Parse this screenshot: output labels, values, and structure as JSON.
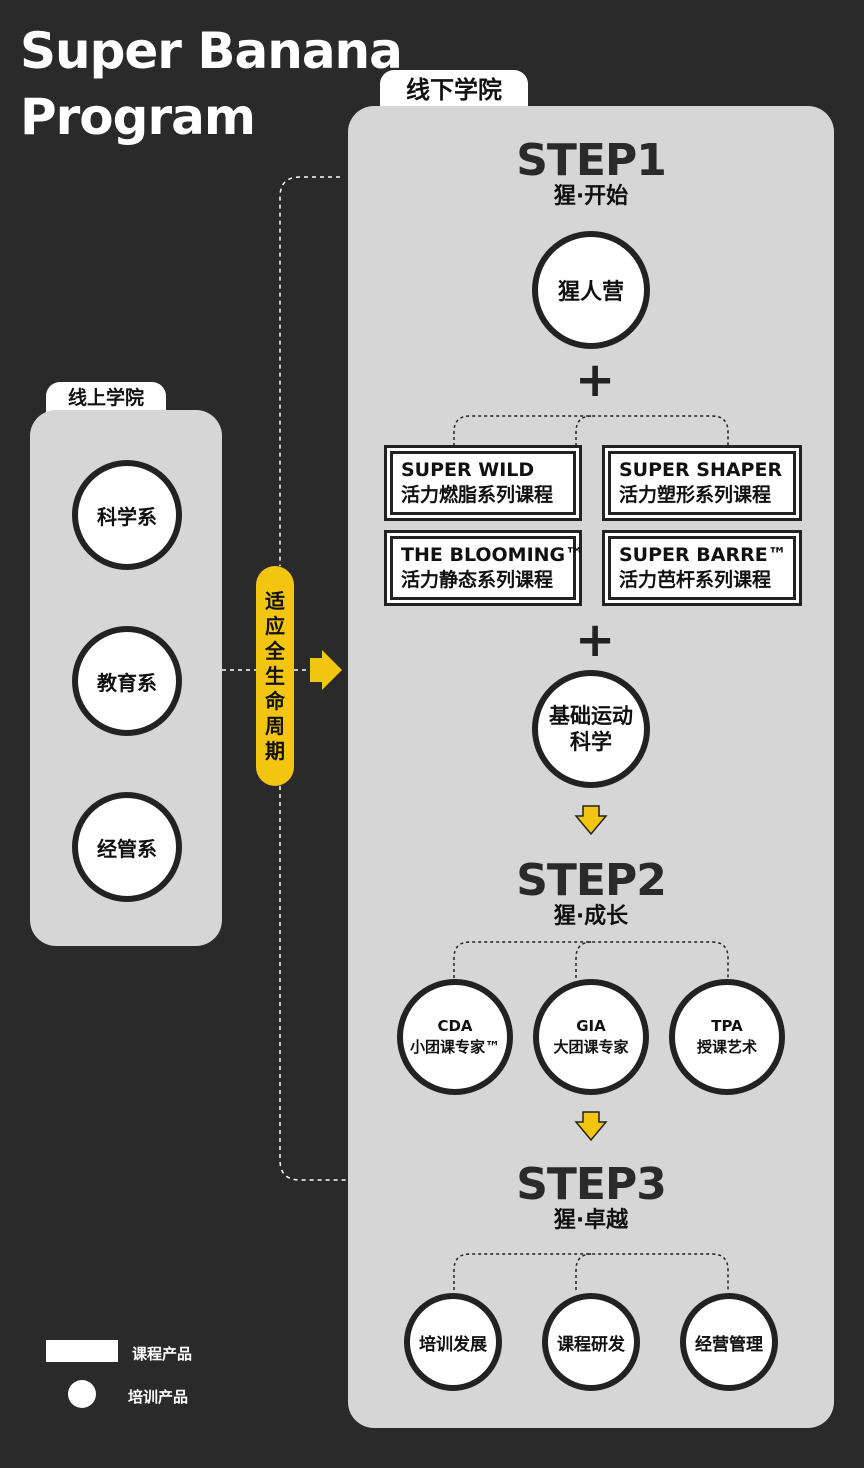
{
  "title": {
    "line1": "Super Banana",
    "line2": "Program"
  },
  "online": {
    "tab": "线上学院",
    "items": [
      "科学系",
      "教育系",
      "经管系"
    ]
  },
  "connector_label": [
    "适",
    "应",
    "全",
    "生",
    "命",
    "周",
    "期"
  ],
  "offline": {
    "tab": "线下学院",
    "step1": {
      "heading": "STEP1",
      "sub": "猩·开始",
      "camp": "猩人营",
      "plus": "+",
      "courses": [
        {
          "name": "SUPER WILD",
          "desc": "活力燃脂系列课程"
        },
        {
          "name": "SUPER SHAPER",
          "desc": "活力塑形系列课程"
        },
        {
          "name": "THE BLOOMING™",
          "desc": "活力静态系列课程"
        },
        {
          "name": "SUPER BARRE™",
          "desc": "活力芭杆系列课程"
        }
      ],
      "basic": {
        "line1": "基础运动",
        "line2": "科学"
      }
    },
    "step2": {
      "heading": "STEP2",
      "sub": "猩·成长",
      "items": [
        {
          "line1": "CDA",
          "line2": "小团课专家™"
        },
        {
          "line1": "GIA",
          "line2": "大团课专家"
        },
        {
          "line1": "TPA",
          "line2": "授课艺术"
        }
      ]
    },
    "step3": {
      "heading": "STEP3",
      "sub": "猩·卓越",
      "items": [
        "培训发展",
        "课程研发",
        "经营管理"
      ]
    }
  },
  "legend": {
    "rect_label": "课程产品",
    "circle_label": "培训产品"
  },
  "colors": {
    "background": "#2b2a2a",
    "panel": "#d6d6d6",
    "accent": "#f2c511",
    "border": "#222222"
  }
}
